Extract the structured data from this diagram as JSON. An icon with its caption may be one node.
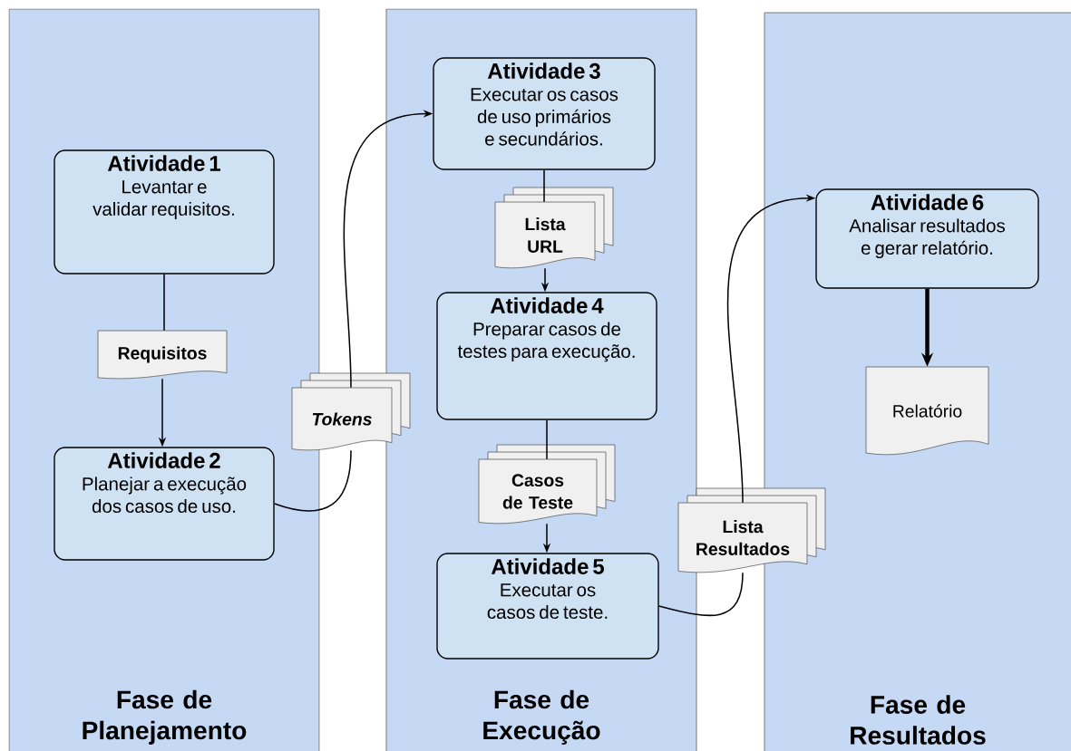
{
  "diagram": {
    "nodes": [
      {
        "text": [
          "Fase de Planejamento"
        ]
      },
      {
        "text": [
          "Atividade 1",
          "Levantar e validar requisitos."
        ],
        "in": 0
      },
      {
        "text": [
          "Requisitos"
        ],
        "in": 0
      },
      {
        "text": [
          "Atividade 2",
          "Planejar a execução dos casos de uso."
        ],
        "in": 0
      },
      {
        "text": [
          "Fase de Execução"
        ]
      },
      {
        "text": [
          "Atividade 3",
          "Executar os casos de uso primários e secundários."
        ],
        "in": 4
      },
      {
        "text": [
          "Lista URL"
        ],
        "in": 4
      },
      {
        "text": [
          "Atividade 4",
          "Preparar casos de testes para execução."
        ],
        "in": 4
      },
      {
        "text": [
          "Casos de Teste"
        ],
        "in": 4
      },
      {
        "text": [
          "Atividade 5",
          "Executar os casos de teste."
        ],
        "in": 4
      },
      {
        "text": [
          "Fase de Resultados"
        ]
      },
      {
        "text": [
          "Atividade 6",
          "Analisar resultados e gerar relatório."
        ],
        "in": 10
      },
      {
        "text": [
          "Relatório"
        ],
        "in": 10
      },
      {
        "text": [
          "Tokens"
        ]
      },
      {
        "text": [
          "Lista Resultados"
        ]
      }
    ],
    "edges": [
      {
        "from": 1,
        "to": 2,
        "arrow": "none"
      },
      {
        "from": 2,
        "to": 3,
        "arrow": "to"
      },
      {
        "from": 3,
        "to": 13,
        "arrow": "none"
      },
      {
        "from": 13,
        "to": 5,
        "arrow": "to"
      },
      {
        "from": 5,
        "to": 6,
        "arrow": "none"
      },
      {
        "from": 6,
        "to": 7,
        "arrow": "to"
      },
      {
        "from": 7,
        "to": 8,
        "arrow": "none"
      },
      {
        "from": 8,
        "to": 9,
        "arrow": "to"
      },
      {
        "from": 9,
        "to": 14,
        "arrow": "none"
      },
      {
        "from": 14,
        "to": 11,
        "arrow": "to"
      },
      {
        "from": 11,
        "to": 12,
        "arrow": "to",
        "style": "thick"
      }
    ]
  }
}
